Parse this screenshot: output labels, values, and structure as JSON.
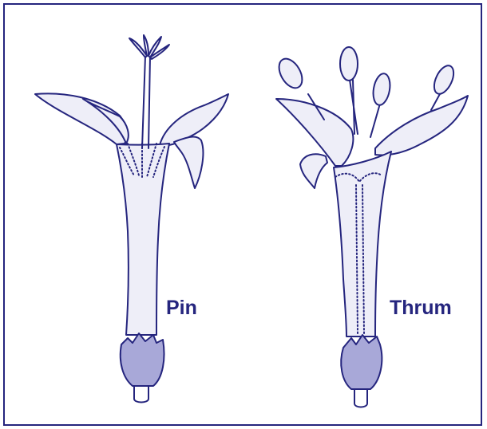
{
  "figure": {
    "colors": {
      "line": "#25257e",
      "fill": "#eeeef8",
      "ovary": "#a8a8d8",
      "background": "#ffffff"
    },
    "flowers": [
      {
        "id": "pin",
        "label": "Pin"
      },
      {
        "id": "thrum",
        "label": "Thrum"
      }
    ]
  }
}
